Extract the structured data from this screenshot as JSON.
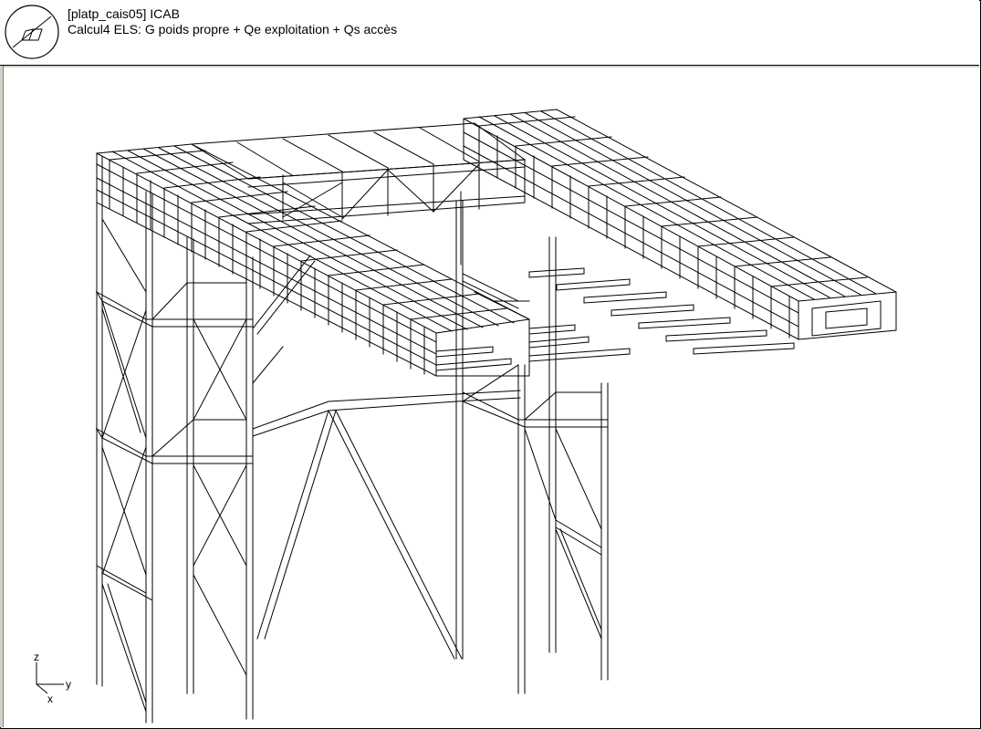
{
  "window": {
    "title": "[platp_cais05] ICAB",
    "subtitle": "Calcul4 ELS: G poids propre + Qe exploitation + Qs accès"
  },
  "axes": {
    "z_label": "z",
    "x_label": "x",
    "y_label": "y"
  },
  "logo": {
    "icon": "icab-logo-icon"
  },
  "colors": {
    "line": "#000000",
    "background": "#ffffff",
    "frame_gray": "#d4d0c8"
  }
}
